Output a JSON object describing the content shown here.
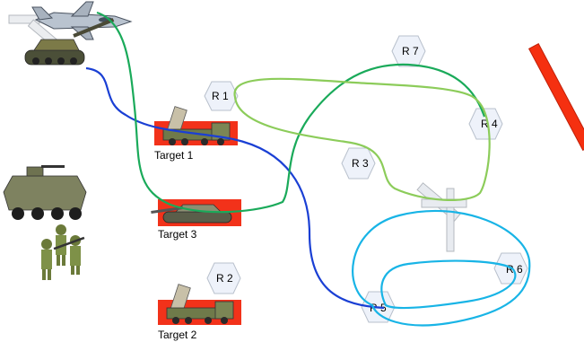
{
  "regions": [
    {
      "id": "r1",
      "label": "R 1"
    },
    {
      "id": "r2",
      "label": "R 2"
    },
    {
      "id": "r3",
      "label": "R 3"
    },
    {
      "id": "r4",
      "label": "R 4"
    },
    {
      "id": "r5",
      "label": "R 5"
    },
    {
      "id": "r6",
      "label": "R 6"
    },
    {
      "id": "r7",
      "label": "R 7"
    }
  ],
  "targets": [
    {
      "id": "target1",
      "label": "Target 1",
      "kind": "missile-launcher-truck"
    },
    {
      "id": "target2",
      "label": "Target 2",
      "kind": "missile-launcher-truck"
    },
    {
      "id": "target3",
      "label": "Target 3",
      "kind": "tank"
    }
  ],
  "assets": [
    "fighter-jet",
    "self-propelled-artillery",
    "armored-personnel-carrier",
    "infantry-soldiers",
    "satellite",
    "satellite",
    "barrier-wall"
  ],
  "colors": {
    "region_fill": "#eef2fa",
    "region_stroke": "#b8c0cc",
    "target_bg": "#f2321a",
    "route_blue": "#1a3fd4",
    "route_green": "#1aaa5a",
    "route_lightgreen": "#8ccc5a",
    "route_cyan": "#18b4e6",
    "barrier": "#f53010"
  }
}
